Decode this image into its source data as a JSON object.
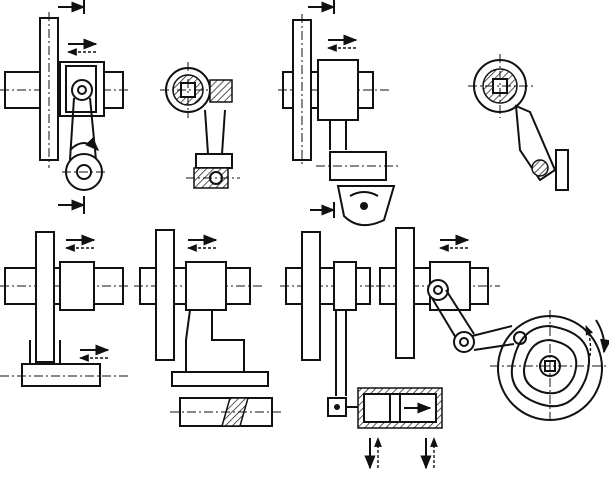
{
  "figure": {
    "kind": "technical drawing",
    "color_ink": "#111111",
    "color_paper": "#ffffff",
    "panels": [
      {
        "id": "top-1"
      },
      {
        "id": "top-2"
      },
      {
        "id": "top-3"
      },
      {
        "id": "top-4"
      },
      {
        "id": "bottom-1"
      },
      {
        "id": "bottom-2"
      },
      {
        "id": "bottom-3"
      },
      {
        "id": "bottom-4"
      }
    ]
  }
}
